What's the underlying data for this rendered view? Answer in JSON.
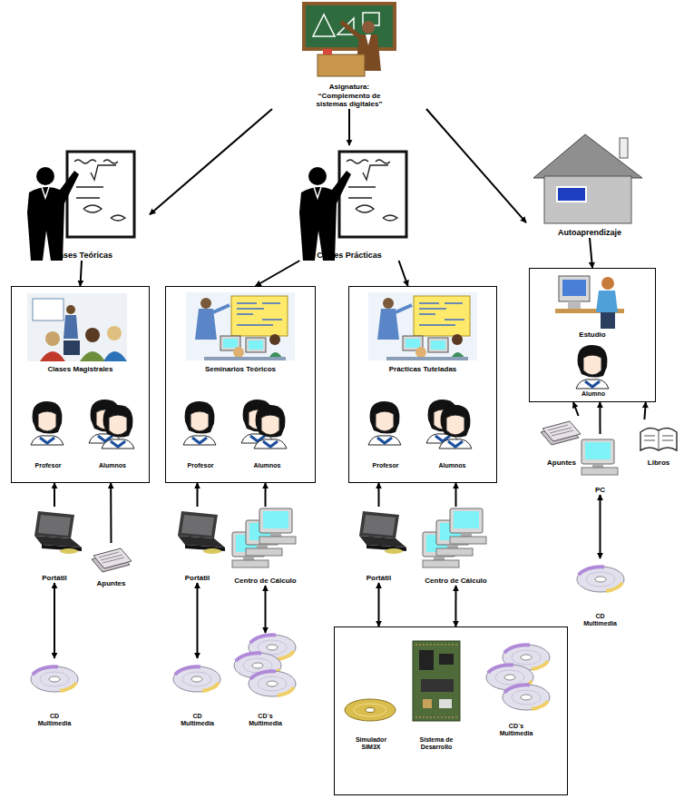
{
  "diagram": {
    "nodes": [
      {
        "text": [
          "Asignatura: “Complemento de sistemas digitales”"
        ]
      },
      {
        "text": [
          "Clases Teóricas"
        ]
      },
      {
        "text": [
          "Clases Prácticas"
        ]
      },
      {
        "text": [
          "Autoaprendizaje"
        ]
      },
      {
        "text": [
          "Clases Magistrales"
        ]
      },
      {
        "text": [
          "Profesor"
        ],
        "in": 4
      },
      {
        "text": [
          "Alumnos"
        ],
        "in": 4
      },
      {
        "text": [
          "Seminarios Teóricos"
        ]
      },
      {
        "text": [
          "Profesor"
        ],
        "in": 7
      },
      {
        "text": [
          "Alumnos"
        ],
        "in": 7
      },
      {
        "text": [
          "Prácticas Tuteladas"
        ]
      },
      {
        "text": [
          "Profesor"
        ],
        "in": 10
      },
      {
        "text": [
          "Alumnos"
        ],
        "in": 10
      },
      {
        "text": [
          "Estudio"
        ]
      },
      {
        "text": [
          "Alumno"
        ],
        "in": 13
      },
      {
        "text": [
          "Apuntes"
        ]
      },
      {
        "text": [
          "PC"
        ]
      },
      {
        "text": [
          "Libros"
        ]
      },
      {
        "text": [
          "CD Multimedia"
        ]
      },
      {
        "text": [
          "Portátil"
        ]
      },
      {
        "text": [
          "Apuntes"
        ]
      },
      {
        "text": [
          "CD Multimedia"
        ]
      },
      {
        "text": [
          "Portátil"
        ]
      },
      {
        "text": [
          "Centro de Cálculo"
        ]
      },
      {
        "text": [
          "CD Multimedia"
        ]
      },
      {
        "text": [
          "CD´s Multimedia"
        ]
      },
      {
        "text": [
          "Portátil"
        ]
      },
      {
        "text": [
          "Centro de Cálculo"
        ]
      },
      {
        "text": []
      },
      {
        "text": [
          "Simulador SIM3X"
        ],
        "in": 28
      },
      {
        "text": [
          "Sistema de Desarrollo"
        ],
        "in": 28
      },
      {
        "text": [
          "CD´s Multimedia"
        ],
        "in": 28
      }
    ],
    "edges": [
      {
        "from": 0,
        "to": 1,
        "arrow": "to"
      },
      {
        "from": 0,
        "to": 2,
        "arrow": "to"
      },
      {
        "from": 0,
        "to": 3,
        "arrow": "to"
      },
      {
        "from": 1,
        "to": 4,
        "arrow": "to"
      },
      {
        "from": 2,
        "to": 7,
        "arrow": "to"
      },
      {
        "from": 2,
        "to": 10,
        "arrow": "to"
      },
      {
        "from": 3,
        "to": 13,
        "arrow": "to"
      },
      {
        "from": 19,
        "to": 4,
        "arrow": "to"
      },
      {
        "from": 20,
        "to": 4,
        "arrow": "to"
      },
      {
        "from": 19,
        "to": 21,
        "arrow": "both"
      },
      {
        "from": 22,
        "to": 7,
        "arrow": "to"
      },
      {
        "from": 23,
        "to": 7,
        "arrow": "to"
      },
      {
        "from": 22,
        "to": 24,
        "arrow": "both"
      },
      {
        "from": 23,
        "to": 25,
        "arrow": "both"
      },
      {
        "from": 26,
        "to": 10,
        "arrow": "to"
      },
      {
        "from": 27,
        "to": 10,
        "arrow": "to"
      },
      {
        "from": 26,
        "to": 28,
        "arrow": "both"
      },
      {
        "from": 27,
        "to": 28,
        "arrow": "both"
      },
      {
        "from": 15,
        "to": 13,
        "arrow": "to"
      },
      {
        "from": 16,
        "to": 13,
        "arrow": "to"
      },
      {
        "from": 17,
        "to": 13,
        "arrow": "to"
      },
      {
        "from": 16,
        "to": 18,
        "arrow": "both"
      }
    ]
  }
}
